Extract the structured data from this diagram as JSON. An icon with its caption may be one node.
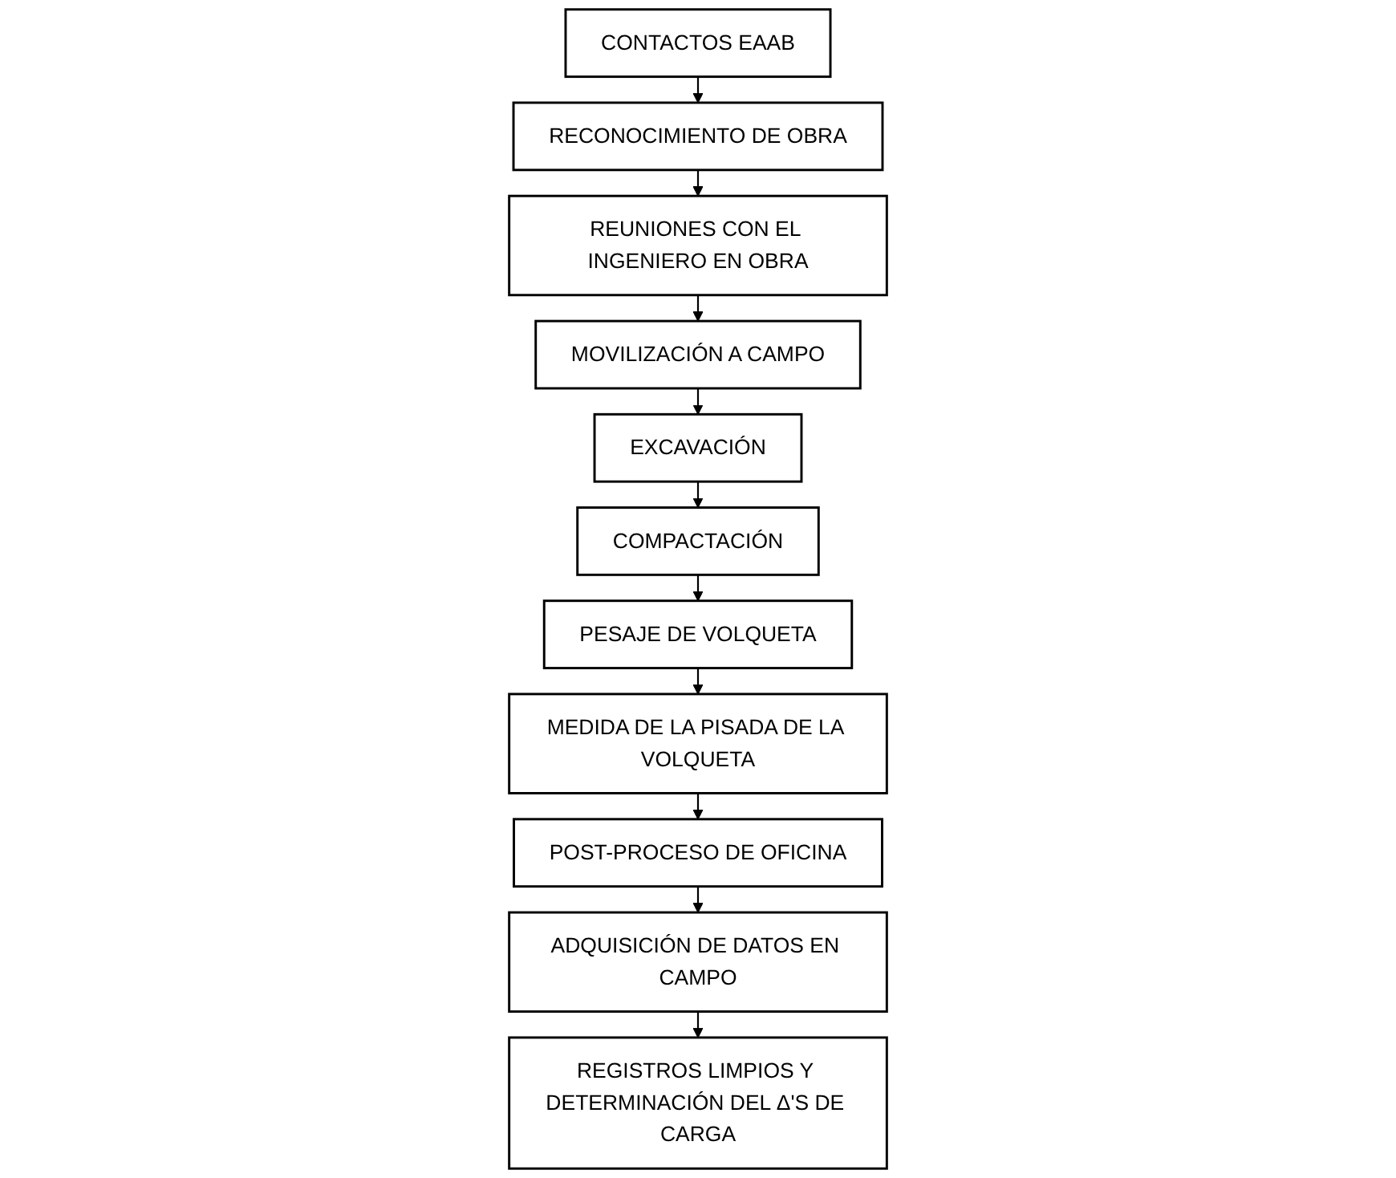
{
  "diagram": {
    "nodes": [
      {
        "text": [
          "CONTACTOS EAAB"
        ]
      },
      {
        "text": [
          "RECONOCIMIENTO DE OBRA"
        ]
      },
      {
        "text": [
          "REUNIONES CON EL INGENIERO EN OBRA"
        ]
      },
      {
        "text": [
          "MOVILIZACIÓN A CAMPO"
        ]
      },
      {
        "text": [
          "EXCAVACIÓN"
        ]
      },
      {
        "text": [
          "COMPACTACIÓN"
        ]
      },
      {
        "text": [
          "PESAJE DE VOLQUETA"
        ]
      },
      {
        "text": [
          "MEDIDA DE LA PISADA DE LA VOLQUETA"
        ]
      },
      {
        "text": [
          "POST-PROCESO DE OFICINA"
        ]
      },
      {
        "text": [
          "ADQUISICIÓN DE DATOS EN CAMPO"
        ]
      },
      {
        "text": [
          "REGISTROS LIMPIOS Y DETERMINACIÓN DEL Δ'S DE CARGA"
        ]
      }
    ],
    "edges": [
      {
        "from": 0,
        "to": 1,
        "arrow": "to"
      },
      {
        "from": 1,
        "to": 2,
        "arrow": "to"
      },
      {
        "from": 2,
        "to": 3,
        "arrow": "to"
      },
      {
        "from": 3,
        "to": 4,
        "arrow": "to"
      },
      {
        "from": 4,
        "to": 5,
        "arrow": "to"
      },
      {
        "from": 5,
        "to": 6,
        "arrow": "to"
      },
      {
        "from": 6,
        "to": 7,
        "arrow": "to"
      },
      {
        "from": 7,
        "to": 8,
        "arrow": "to"
      },
      {
        "from": 8,
        "to": 9,
        "arrow": "to"
      },
      {
        "from": 9,
        "to": 10,
        "arrow": "to"
      }
    ]
  }
}
